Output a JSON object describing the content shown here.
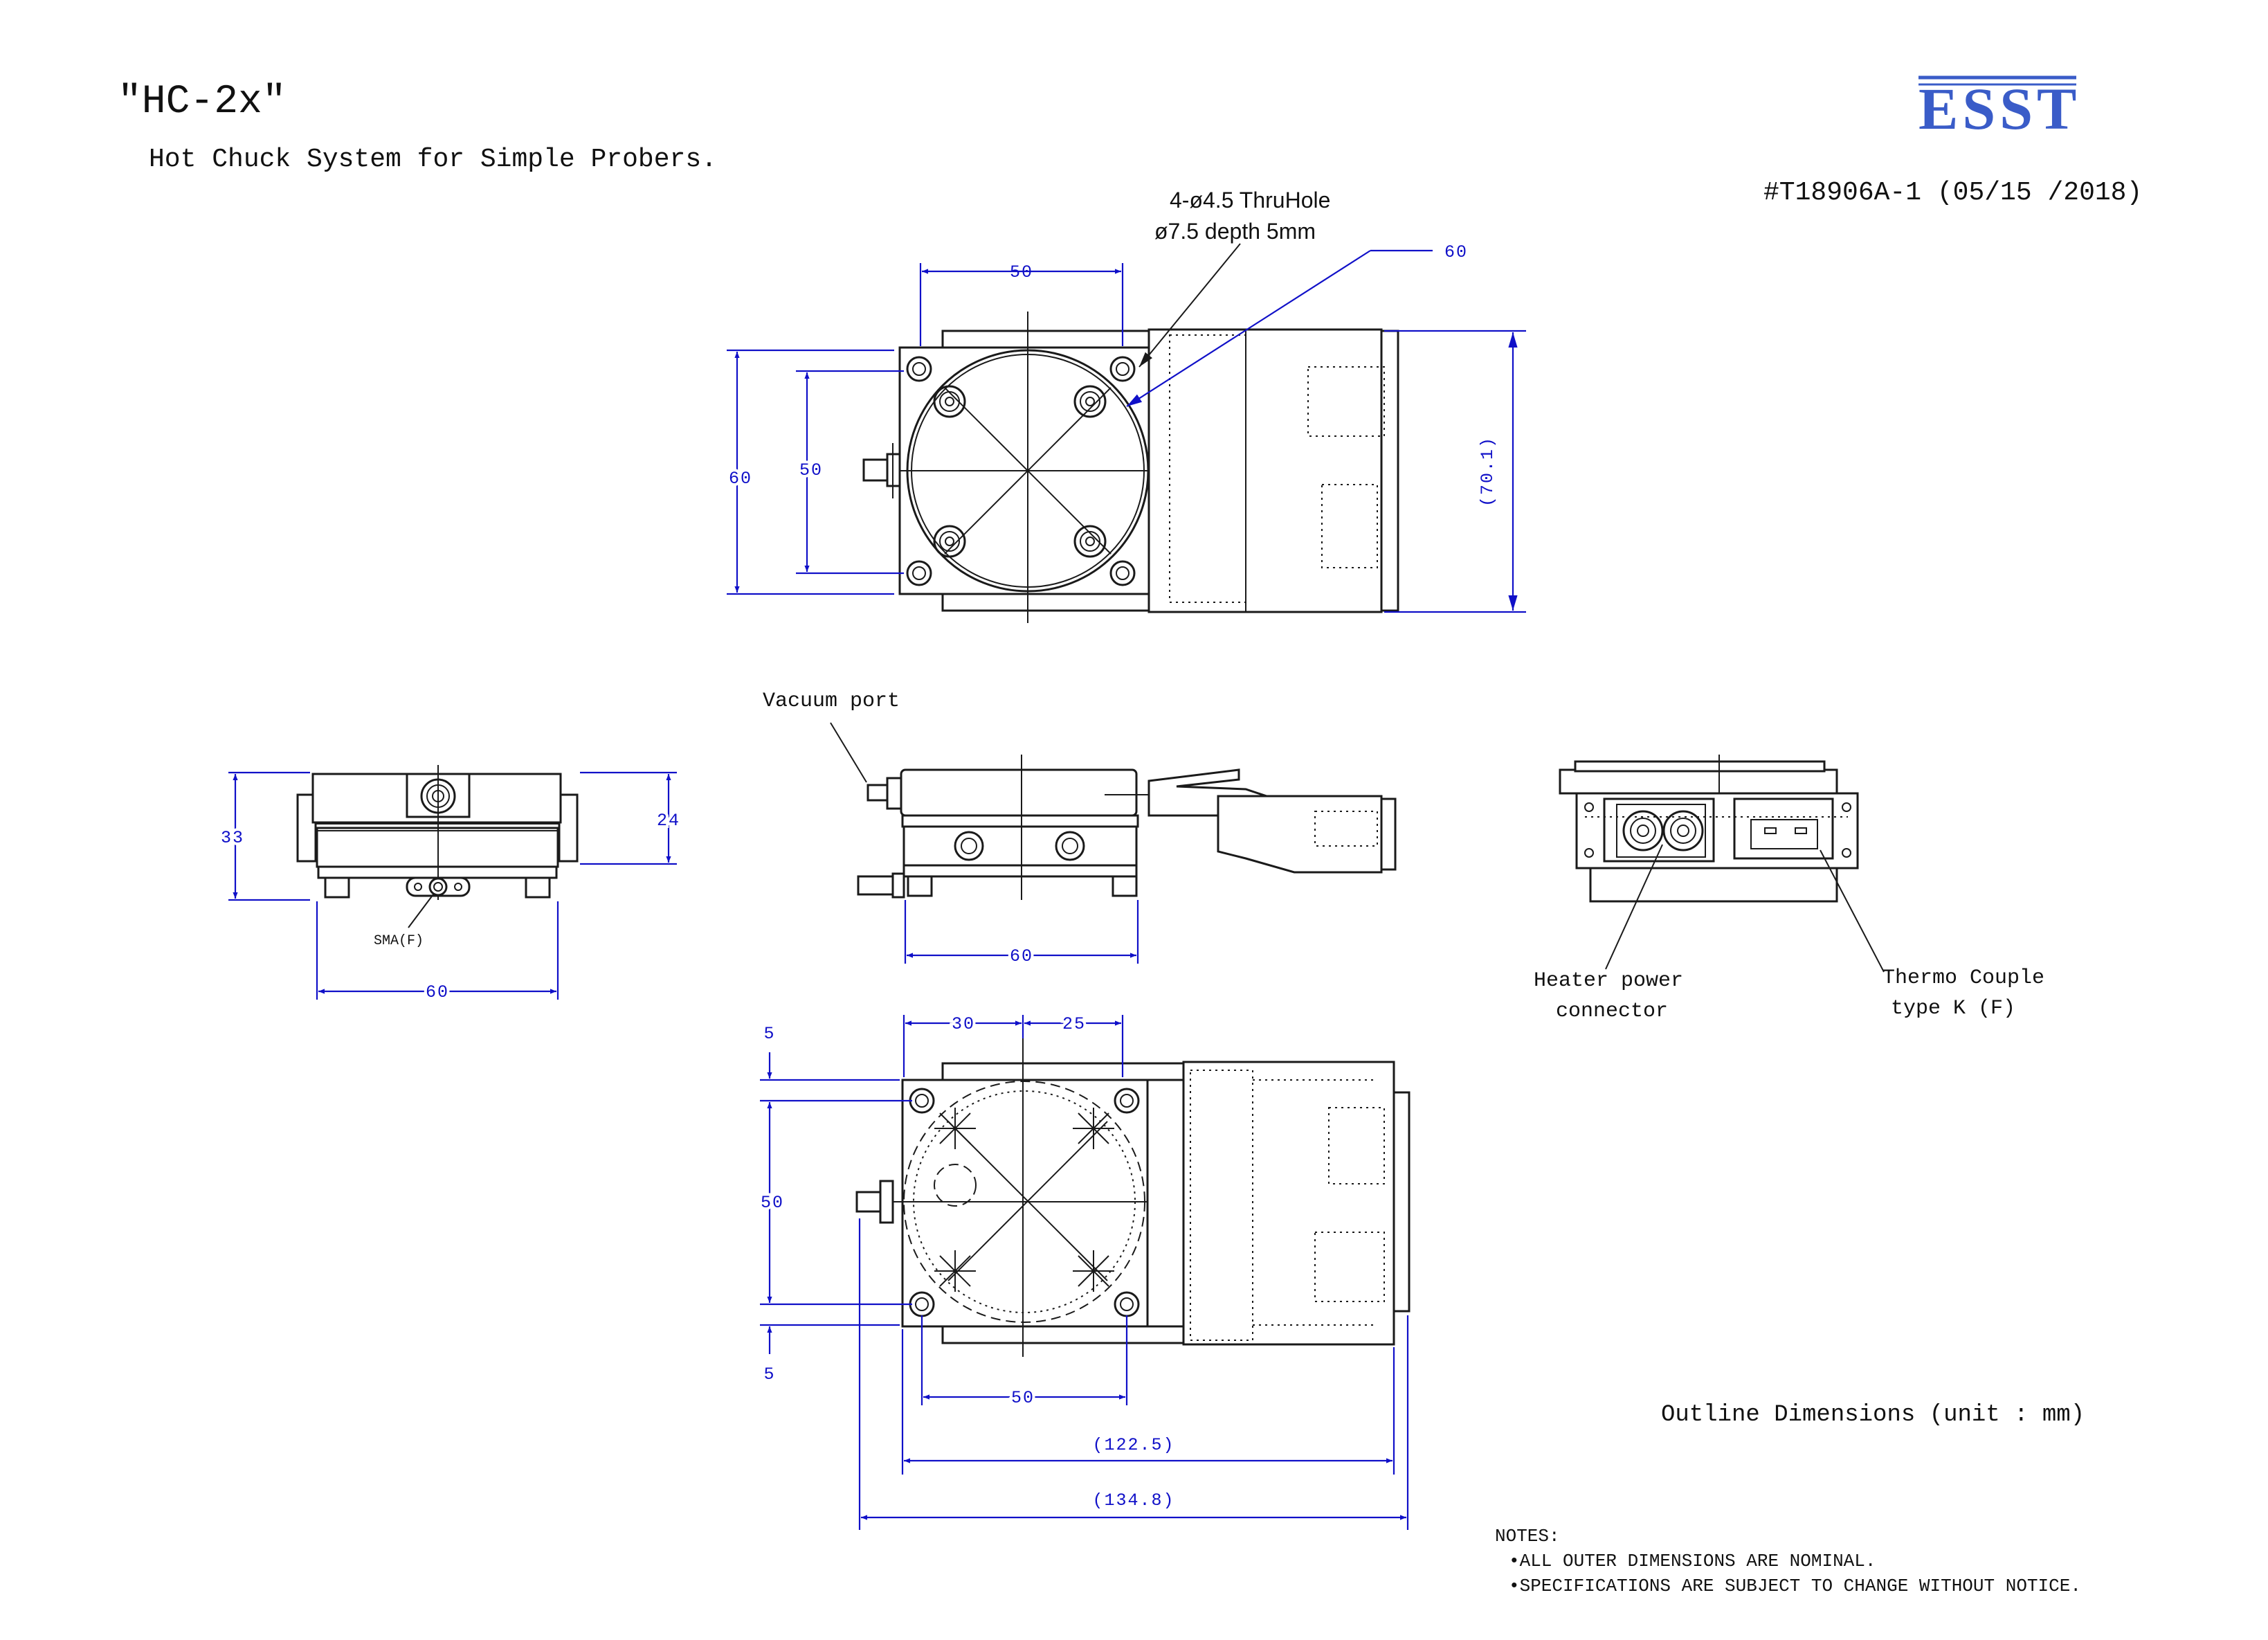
{
  "header": {
    "title": "\"HC-2x\"",
    "subtitle": "Hot Chuck System for Simple Probers.",
    "logo_text": "ESST",
    "doc_number": "#T18906A-1 (05/15 /2018)"
  },
  "colors": {
    "dimension": "#1010c8",
    "line": "#1a1a1a",
    "logo": "#3a5cc8"
  },
  "top_view": {
    "hole_callout_line1": "4-ø4.5 ThruHole",
    "hole_callout_line2": "ø7.5 depth 5mm",
    "dim_width_top": "50",
    "dim_callout": "60",
    "dim_height_outer": "60",
    "dim_height_inner": "50",
    "dim_overall_height": "(70.1)"
  },
  "left_view": {
    "dim_height_total": "33",
    "dim_height_top": "24",
    "connector_label": "SMA(F)",
    "dim_width": "60"
  },
  "side_view": {
    "vacuum_label": "Vacuum port",
    "dim_width": "60"
  },
  "right_view": {
    "heater_label_line1": "Heater power",
    "heater_label_line2": "connector",
    "thermo_label_line1": "Thermo Couple",
    "thermo_label_line2": "type K (F)"
  },
  "bottom_view": {
    "dim_30": "30",
    "dim_25": "25",
    "dim_5_top": "5",
    "dim_50_side": "50",
    "dim_5_bottom": "5",
    "dim_50_bottom": "50",
    "dim_122": "(122.5)",
    "dim_134": "(134.8)"
  },
  "notes": {
    "outline": "Outline Dimensions (unit : mm)",
    "heading": "NOTES:",
    "items": [
      "•ALL OUTER DIMENSIONS ARE NOMINAL.",
      "•SPECIFICATIONS ARE SUBJECT TO CHANGE WITHOUT NOTICE."
    ]
  }
}
